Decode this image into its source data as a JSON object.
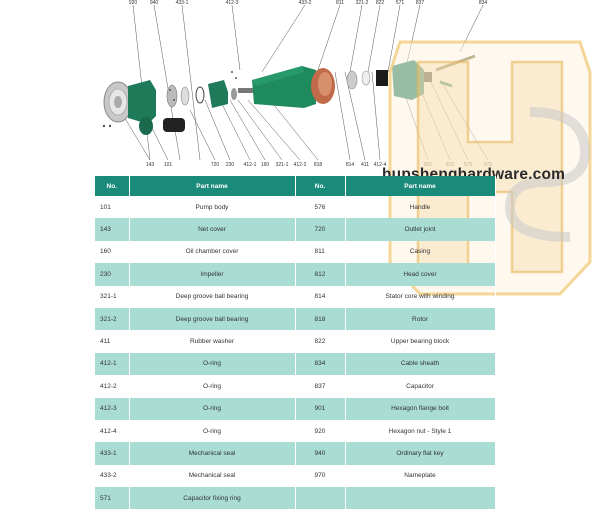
{
  "diagram": {
    "top_labels": [
      "920",
      "940",
      "433-1",
      "412-3",
      "433-2",
      "811",
      "321-2",
      "822",
      "571",
      "837",
      "834"
    ],
    "bottom_labels": [
      "143",
      "101",
      "720",
      "230",
      "412-1",
      "160",
      "321-1",
      "412-2",
      "818",
      "814",
      "411",
      "412-4",
      "901",
      "812",
      "576",
      "970"
    ]
  },
  "table": {
    "headers": [
      "No.",
      "Part name",
      "No.",
      "Part name"
    ],
    "rows": [
      [
        "101",
        "Pump body",
        "576",
        "Handle"
      ],
      [
        "143",
        "Net cover",
        "720",
        "Outlet joint"
      ],
      [
        "160",
        "Oil chamber cover",
        "811",
        "Casing"
      ],
      [
        "230",
        "Impeller",
        "812",
        "Head cover"
      ],
      [
        "321-1",
        "Deep groove ball bearing",
        "814",
        "Stator core with winding"
      ],
      [
        "321-2",
        "Deep groove ball bearing",
        "818",
        "Rotor"
      ],
      [
        "411",
        "Rubber washer",
        "822",
        "Upper bearing block"
      ],
      [
        "412-1",
        "O-ring",
        "834",
        "Cable sheath"
      ],
      [
        "412-2",
        "O-ring",
        "837",
        "Capacitor"
      ],
      [
        "412-3",
        "O-ring",
        "901",
        "Hexagon flange bolt"
      ],
      [
        "412-4",
        "O-ring",
        "920",
        "Hexagon nut - Style 1"
      ],
      [
        "433-1",
        "Mechanical seal",
        "940",
        "Ordinary flat key"
      ],
      [
        "433-2",
        "Mechanical seal",
        "970",
        "Nameplate"
      ],
      [
        "571",
        "Capacitor fixing ring",
        "",
        ""
      ]
    ]
  },
  "watermark": {
    "text": "hupshenghardware.com",
    "logo_icon": "hs-logo-icon"
  },
  "colors": {
    "header": "#1a8a7a",
    "stripe": "#a9ddd3",
    "pump_green": "#1f7a5a",
    "copper": "#c06a4a"
  }
}
